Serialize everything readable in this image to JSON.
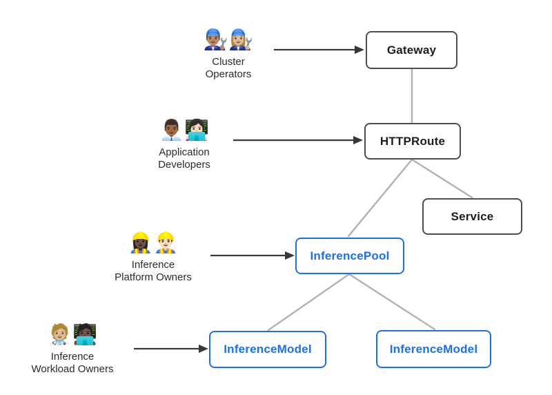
{
  "colors": {
    "extension_accent": "#1a6ff5",
    "resource_border": "#4d4d4d",
    "resource_text": "#1d1d1d",
    "actor_text": "#2b2b2b",
    "connector_line": "#b3b3b3",
    "arrow": "#383838",
    "background": "#ffffff"
  },
  "actors": [
    {
      "id": "cluster-operators",
      "emojis": "👨🏽‍🔧👩🏼‍🔧",
      "label_lines": [
        "Cluster",
        "Operators"
      ]
    },
    {
      "id": "application-developers",
      "emojis": "👨🏾‍💼👩🏻‍💻",
      "label_lines": [
        "Application",
        "Developers"
      ]
    },
    {
      "id": "inference-platform-owners",
      "emojis": "👷🏿‍♀️👷🏻‍♂️",
      "label_lines": [
        "Inference",
        "Platform Owners"
      ]
    },
    {
      "id": "inference-workload-owners",
      "emojis": "🧑🏼‍⚕️🧑🏿‍💻",
      "label_lines": [
        "Inference",
        "Workload Owners"
      ]
    }
  ],
  "nodes": [
    {
      "id": "gateway",
      "label": "Gateway",
      "style": "standard"
    },
    {
      "id": "httproute",
      "label": "HTTPRoute",
      "style": "standard"
    },
    {
      "id": "service",
      "label": "Service",
      "style": "standard"
    },
    {
      "id": "inferencepool",
      "label": "InferencePool",
      "style": "accent"
    },
    {
      "id": "inferencemodel-1",
      "label": "InferenceModel",
      "style": "accent"
    },
    {
      "id": "inferencemodel-2",
      "label": "InferenceModel",
      "style": "accent"
    }
  ]
}
